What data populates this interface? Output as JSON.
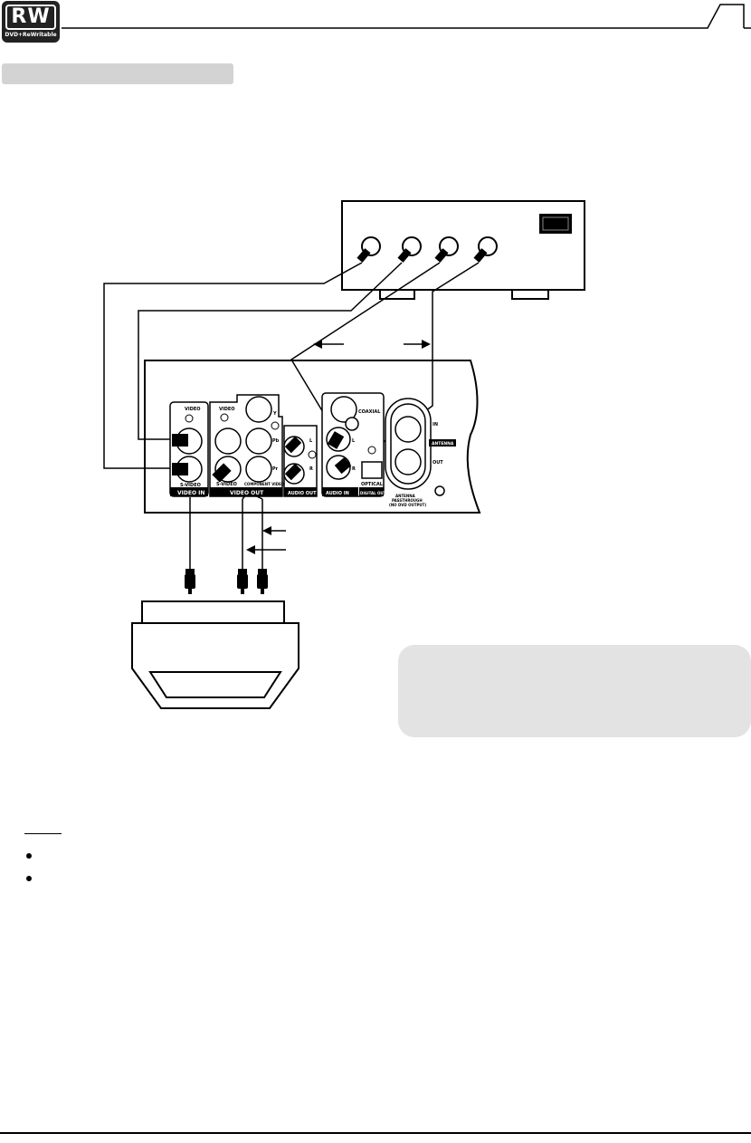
{
  "logo": {
    "main": "RW",
    "sub": "DVD+ReWritable"
  },
  "panel": {
    "video_in_video": "VIDEO",
    "video_in_svideo": "S-VIDEO",
    "video_in_band": "VIDEO IN",
    "video_out_video": "VIDEO",
    "video_out_svideo": "S-VIDEO",
    "component_video": "COMPONENT VIDEO",
    "y": "Y",
    "pb": "Pb",
    "pr": "Pr",
    "video_out_band": "VIDEO OUT",
    "audio_out_l": "L",
    "audio_out_r": "R",
    "audio_out_band": "AUDIO OUT",
    "coaxial": "COAXIAL",
    "audio_in_l": "L",
    "audio_in_r": "R",
    "audio_in_band": "AUDIO IN",
    "optical": "OPTICAL",
    "digital_out_band": "DIGITAL OUT",
    "antenna_in": "IN",
    "antenna_band": "ANTENNA",
    "antenna_out": "OUT",
    "passthrough_1": "ANTENNA",
    "passthrough_2": "PASSTHROUGH",
    "passthrough_3": "(NO DVD OUTPUT)"
  }
}
